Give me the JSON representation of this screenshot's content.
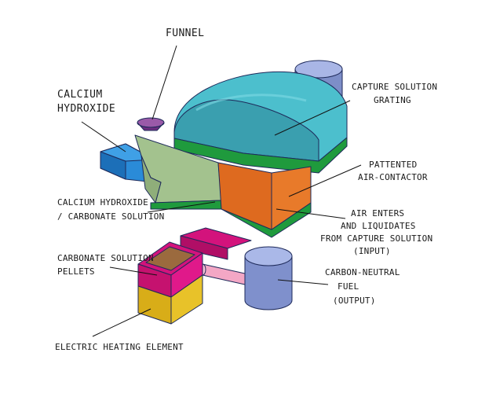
{
  "labels": {
    "funnel": "FUNNEL",
    "calcium_hydroxide": [
      "CALCIUM",
      "HYDROXIDE"
    ],
    "capture_solution_grating": [
      "CAPTURE SOLUTION",
      "GRATING"
    ],
    "patented_air_contactor": [
      "PATTENTED",
      "AIR-CONTACTOR"
    ],
    "calcium_hydroxide_carbonate_solution": [
      "CALCIUM HYDROXIDE",
      "/ CARBONATE SOLUTION"
    ],
    "air_enters": [
      "AIR ENTERS",
      "AND LIQUIDATES",
      "FROM CAPTURE SOLUTION",
      "(INPUT)"
    ],
    "carbonate_solution_pellets": [
      "CARBONATE SOLUTION",
      "PELLETS"
    ],
    "carbon_neutral_fuel": [
      "CARBON-NEUTRAL",
      "FUEL",
      "(OUTPUT)"
    ],
    "electric_heating_element": "ELECTRIC HEATING ELEMENT"
  },
  "colors": {
    "capture_dome": "#4fc2cf",
    "dome_shade": "#3aa6b4",
    "green_band": "#1e9a3c",
    "contactor_front": "#e0691e",
    "contactor_side": "#c85a18",
    "panel": "#9fbf8a",
    "blue_chute": "#1f7fcf",
    "tank": "#8f9fd6",
    "funnel": "#7b3a8c",
    "magenta": "#d0127a",
    "pellet_top": "#9a6a3a",
    "yellow": "#e3b81c",
    "pipe": "#f2a6c4"
  }
}
